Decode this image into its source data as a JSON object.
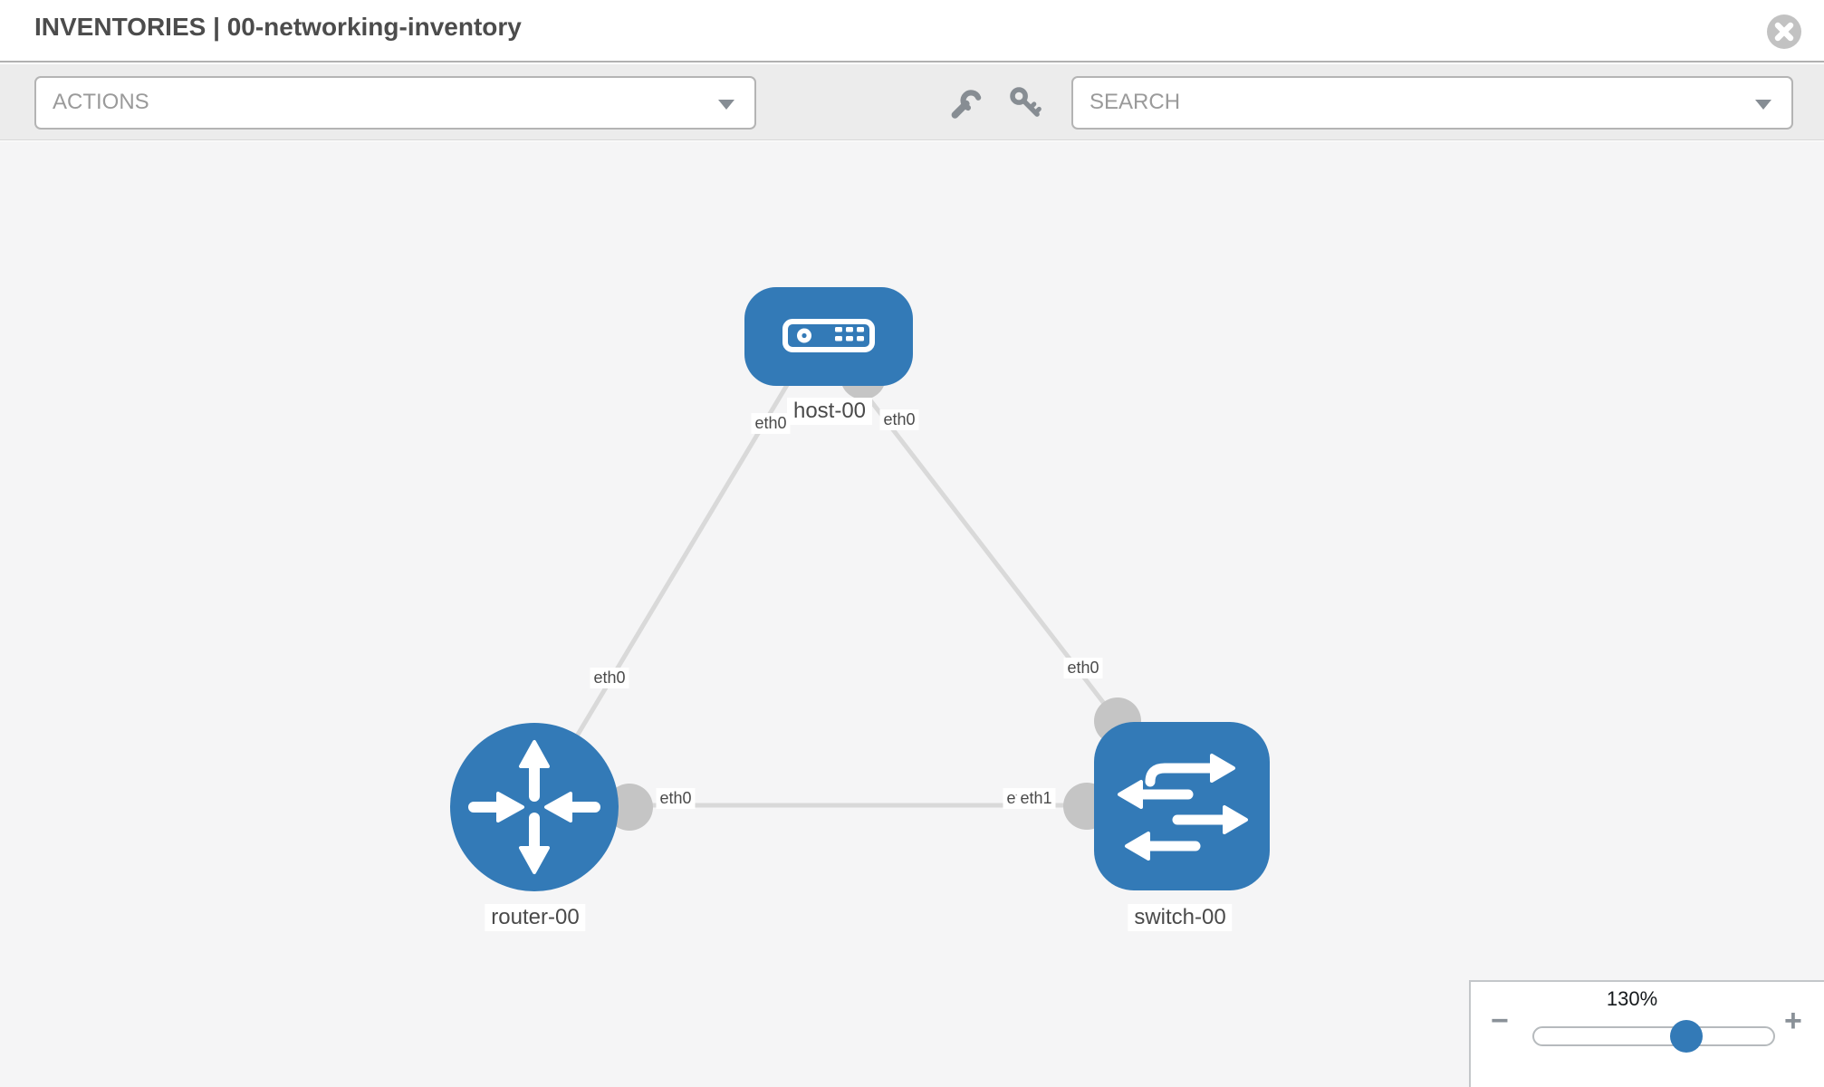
{
  "header": {
    "title": "INVENTORIES | 00-networking-inventory"
  },
  "toolbar": {
    "actions_label": "ACTIONS",
    "search_placeholder": "SEARCH",
    "icon_names": [
      "wrench-icon",
      "key-icon"
    ]
  },
  "topology": {
    "nodes": [
      {
        "id": "host-00",
        "type": "host",
        "label": "host-00"
      },
      {
        "id": "router-00",
        "type": "router",
        "label": "router-00"
      },
      {
        "id": "switch-00",
        "type": "switch",
        "label": "switch-00"
      }
    ],
    "links": [
      {
        "source": "router-00",
        "source_interface": "eth0",
        "target": "host-00",
        "target_interface": "eth0"
      },
      {
        "source": "switch-00",
        "source_interface": "eth0",
        "target": "host-00",
        "target_interface": "eth0"
      },
      {
        "source": "router-00",
        "source_interface": "eth0",
        "target": "switch-00",
        "target_interface": "eth1"
      }
    ]
  },
  "interface_labels": {
    "host_router_host_end": "eth0",
    "host_switch_host_end": "eth0",
    "host_router_mid": "eth0",
    "host_switch_mid": "eth0",
    "router_switch_router_end": "eth0",
    "router_switch_switch_under": "eth0",
    "router_switch_switch_end": "eth1"
  },
  "zoom": {
    "value": "130%",
    "minus": "−",
    "plus": "+"
  },
  "colors": {
    "node_fill": "#337ab7",
    "link": "#d9d9d9",
    "endpoint_dot": "#c5c5c5",
    "canvas_bg": "#f5f5f6",
    "toolbar_bg": "#ececec"
  }
}
